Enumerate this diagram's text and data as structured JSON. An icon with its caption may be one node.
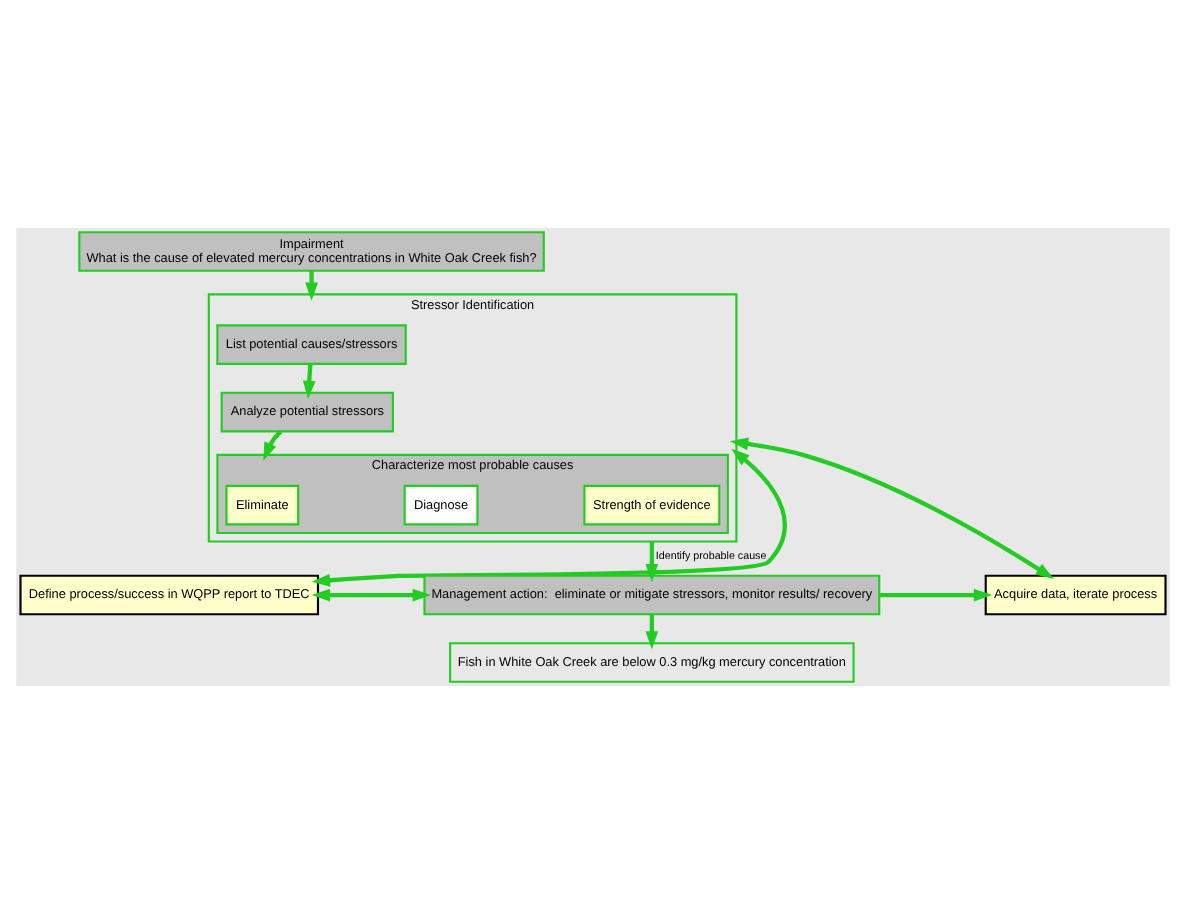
{
  "diagram": {
    "nodes": [
      {
        "text": [
          "Impairment",
          "What is the cause of elevated mercury concentrations in White Oak Creek fish?"
        ]
      },
      {
        "text": [
          "Stressor Identification"
        ]
      },
      {
        "text": [
          "List potential causes/stressors"
        ],
        "in": 1
      },
      {
        "text": [
          "Analyze potential stressors"
        ],
        "in": 1
      },
      {
        "text": [
          "Characterize most probable causes"
        ],
        "in": 1
      },
      {
        "text": [
          "Eliminate"
        ],
        "in": 4
      },
      {
        "text": [
          "Diagnose"
        ],
        "in": 4
      },
      {
        "text": [
          "Strength of evidence"
        ],
        "in": 4
      },
      {
        "text": [
          "Define process/success in WQPP report to TDEC"
        ]
      },
      {
        "text": [
          "Acquire data, iterate process"
        ]
      },
      {
        "text": [
          "Management action:  eliminate or mitigate stressors, monitor results/ recovery"
        ]
      },
      {
        "text": [
          "Fish in White Oak Creek are below 0.3 mg/kg mercury concentration"
        ]
      }
    ],
    "edges": [
      {
        "from": 0,
        "to": 1,
        "arrow": "to"
      },
      {
        "from": 2,
        "to": 3,
        "arrow": "to"
      },
      {
        "from": 3,
        "to": 4,
        "arrow": "to"
      },
      {
        "from": 8,
        "to": 1,
        "arrow": "both"
      },
      {
        "from": 1,
        "to": 9,
        "arrow": "both"
      },
      {
        "from": 1,
        "to": 10,
        "arrow": "to",
        "label": "Identify probable cause"
      },
      {
        "from": 8,
        "to": 10,
        "arrow": "both"
      },
      {
        "from": 10,
        "to": 9,
        "arrow": "to"
      },
      {
        "from": 10,
        "to": 11,
        "arrow": "to"
      }
    ]
  }
}
